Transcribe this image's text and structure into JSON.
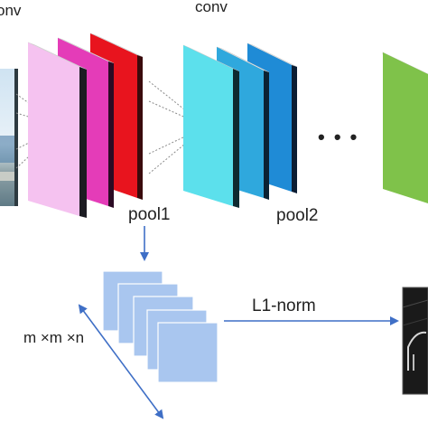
{
  "labels": {
    "conv_left": "onv",
    "conv_right": "conv",
    "pool1": "pool1",
    "pool2": "pool2",
    "l1_norm": "L1-norm",
    "dims": "m ×m ×n",
    "ellipsis": "• • •"
  },
  "colors": {
    "layer1_pink": "#f5c2f0",
    "layer1_magenta": "#e43cb8",
    "layer1_red": "#e8141e",
    "layer2_cyan": "#5ce0ec",
    "layer2_sky": "#2fa8dd",
    "layer2_blue": "#1f8bd6",
    "layer_final_green": "#7fc24a",
    "feature_maps": "#a9c6ef",
    "arrow": "#3f6fc6"
  },
  "icons": {
    "input_image": "photo-thumbnail",
    "output_image": "grayscale-output-thumbnail"
  }
}
